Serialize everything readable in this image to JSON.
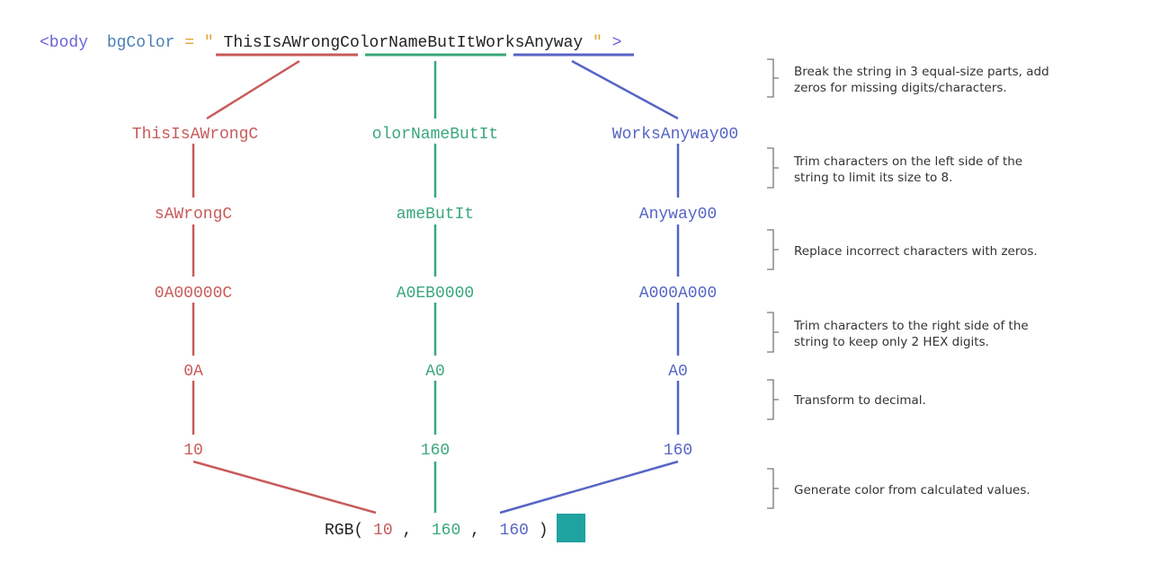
{
  "colors": {
    "red": "#c85a5a",
    "green": "#3aa77a",
    "blue": "#5565c5",
    "tag": "#6b63d8",
    "attr": "#4a7fb3",
    "quote": "#e3a332",
    "text": "#222222",
    "bracket": "#777777",
    "swatch": "#1fa3a0"
  },
  "source": {
    "tag_open": "<body",
    "attr_name": "bgColor",
    "equals": "=",
    "quote": "\"",
    "value": "ThisIsAWrongColorNameButItWorksAnyway",
    "tag_close": ">"
  },
  "rows": [
    {
      "red": "ThisIsAWrongC",
      "green": "olorNameButIt",
      "blue": "WorksAnyway00"
    },
    {
      "red": "sAWrongC",
      "green": "ameButIt",
      "blue": "Anyway00"
    },
    {
      "red": "0A00000C",
      "green": "A0EB0000",
      "blue": "A000A000"
    },
    {
      "red": "0A",
      "green": "A0",
      "blue": "A0"
    },
    {
      "red": "10",
      "green": "160",
      "blue": "160"
    }
  ],
  "notes": [
    [
      "Break the string in 3 equal-size parts, add",
      "zeros for missing digits/characters."
    ],
    [
      "Trim characters on the left side of the",
      "string to limit its size to 8."
    ],
    [
      "Replace incorrect characters with zeros."
    ],
    [
      "Trim characters to the right side of the",
      "string to keep only 2 HEX digits."
    ],
    [
      "Transform to decimal."
    ],
    [
      "Generate color from calculated values."
    ]
  ],
  "result": {
    "prefix": "RGB(",
    "r": "10",
    "sep1": ", ",
    "g": "160",
    "sep2": ", ",
    "b": "160",
    "suffix": ") ="
  }
}
